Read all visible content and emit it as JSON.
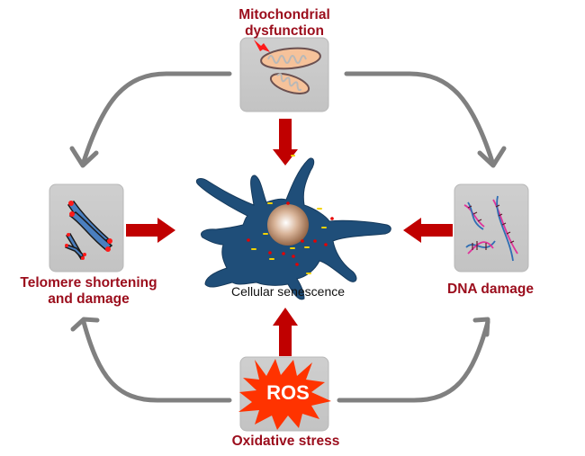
{
  "diagram": {
    "type": "flow",
    "colors": {
      "label_red": "#9b0d1c",
      "arrow_red": "#c00000",
      "arrow_gray": "#808080",
      "box_gray": "#c8c8c8",
      "cell_blue": "#1f4e79",
      "nucleus": "#c49a7a",
      "ros_burst": "#ff3300"
    },
    "center": {
      "label": "Cellular senescence",
      "icon": "senescent-cell-icon"
    },
    "nodes": [
      {
        "id": "mito",
        "label_line1": "Mitochondrial",
        "label_line2": "dysfunction",
        "icon": "mitochondria-icon"
      },
      {
        "id": "telomere",
        "label_line1": "Telomere shortening",
        "label_line2": "and damage",
        "icon": "chromosome-icon"
      },
      {
        "id": "dna",
        "label_line1": "DNA damage",
        "icon": "dna-helix-icon"
      },
      {
        "id": "ros",
        "label_line1": "Oxidative stress",
        "icon": "ros-burst-icon",
        "icon_text": "ROS"
      }
    ],
    "edges": [
      {
        "from": "mito",
        "to": "center",
        "style": "red-block-arrow"
      },
      {
        "from": "telomere",
        "to": "center",
        "style": "red-block-arrow"
      },
      {
        "from": "dna",
        "to": "center",
        "style": "red-block-arrow"
      },
      {
        "from": "ros",
        "to": "center",
        "style": "red-block-arrow"
      },
      {
        "from": "mito",
        "to": "telomere",
        "style": "gray-curved-arrow"
      },
      {
        "from": "mito",
        "to": "dna",
        "style": "gray-curved-arrow"
      },
      {
        "from": "ros",
        "to": "telomere",
        "style": "gray-curved-arrow"
      },
      {
        "from": "ros",
        "to": "dna",
        "style": "gray-curved-arrow"
      }
    ]
  }
}
